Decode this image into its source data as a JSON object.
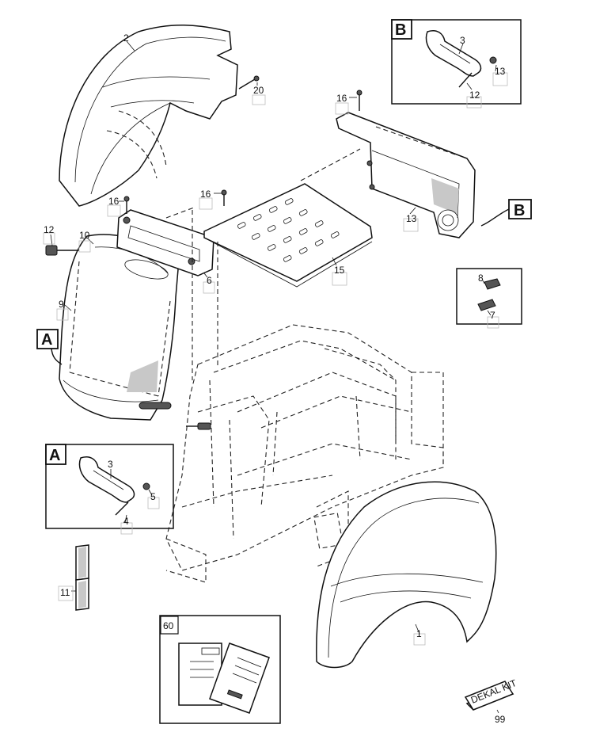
{
  "callouts": {
    "c1": "1",
    "c2": "2",
    "c3a": "3",
    "c3b": "3",
    "c4": "4",
    "c5": "5",
    "c6": "6",
    "c7": "7",
    "c8": "8",
    "c9": "9",
    "c10": "10",
    "c11": "11",
    "c12a": "12",
    "c12b": "12",
    "c13a": "13",
    "c13b": "13",
    "c15": "15",
    "c16a": "16",
    "c16b": "16",
    "c16c": "16",
    "c20": "20",
    "c60": "60",
    "c99": "99"
  },
  "view_tags": {
    "a_main": "A",
    "a_detail": "A",
    "b_main": "B",
    "b_detail": "B"
  },
  "decal_label": "DEKAL KIT"
}
